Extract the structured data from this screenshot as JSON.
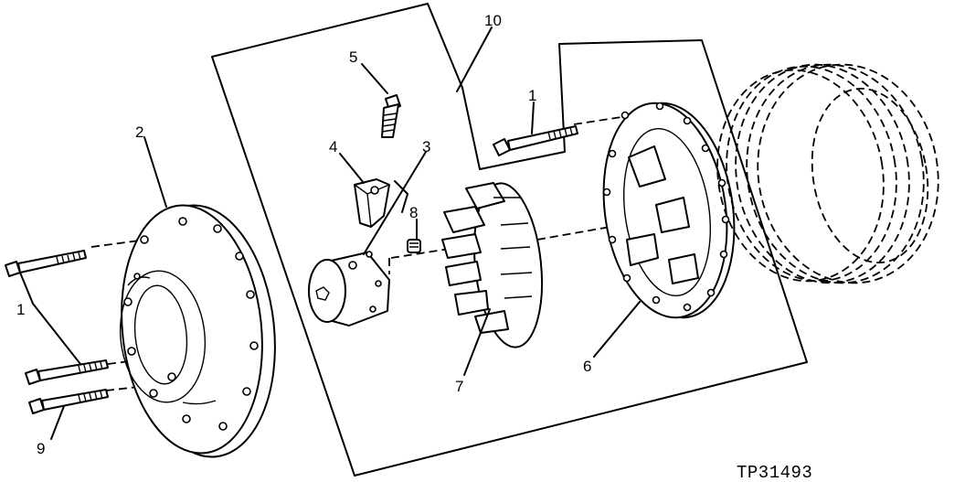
{
  "callouts": {
    "c1_top": "1",
    "c1_left": "1",
    "c2": "2",
    "c3": "3",
    "c4": "4",
    "c5": "5",
    "c6": "6",
    "c7": "7",
    "c8": "8",
    "c9": "9",
    "c10": "10"
  },
  "figure_ref": "TP31493"
}
